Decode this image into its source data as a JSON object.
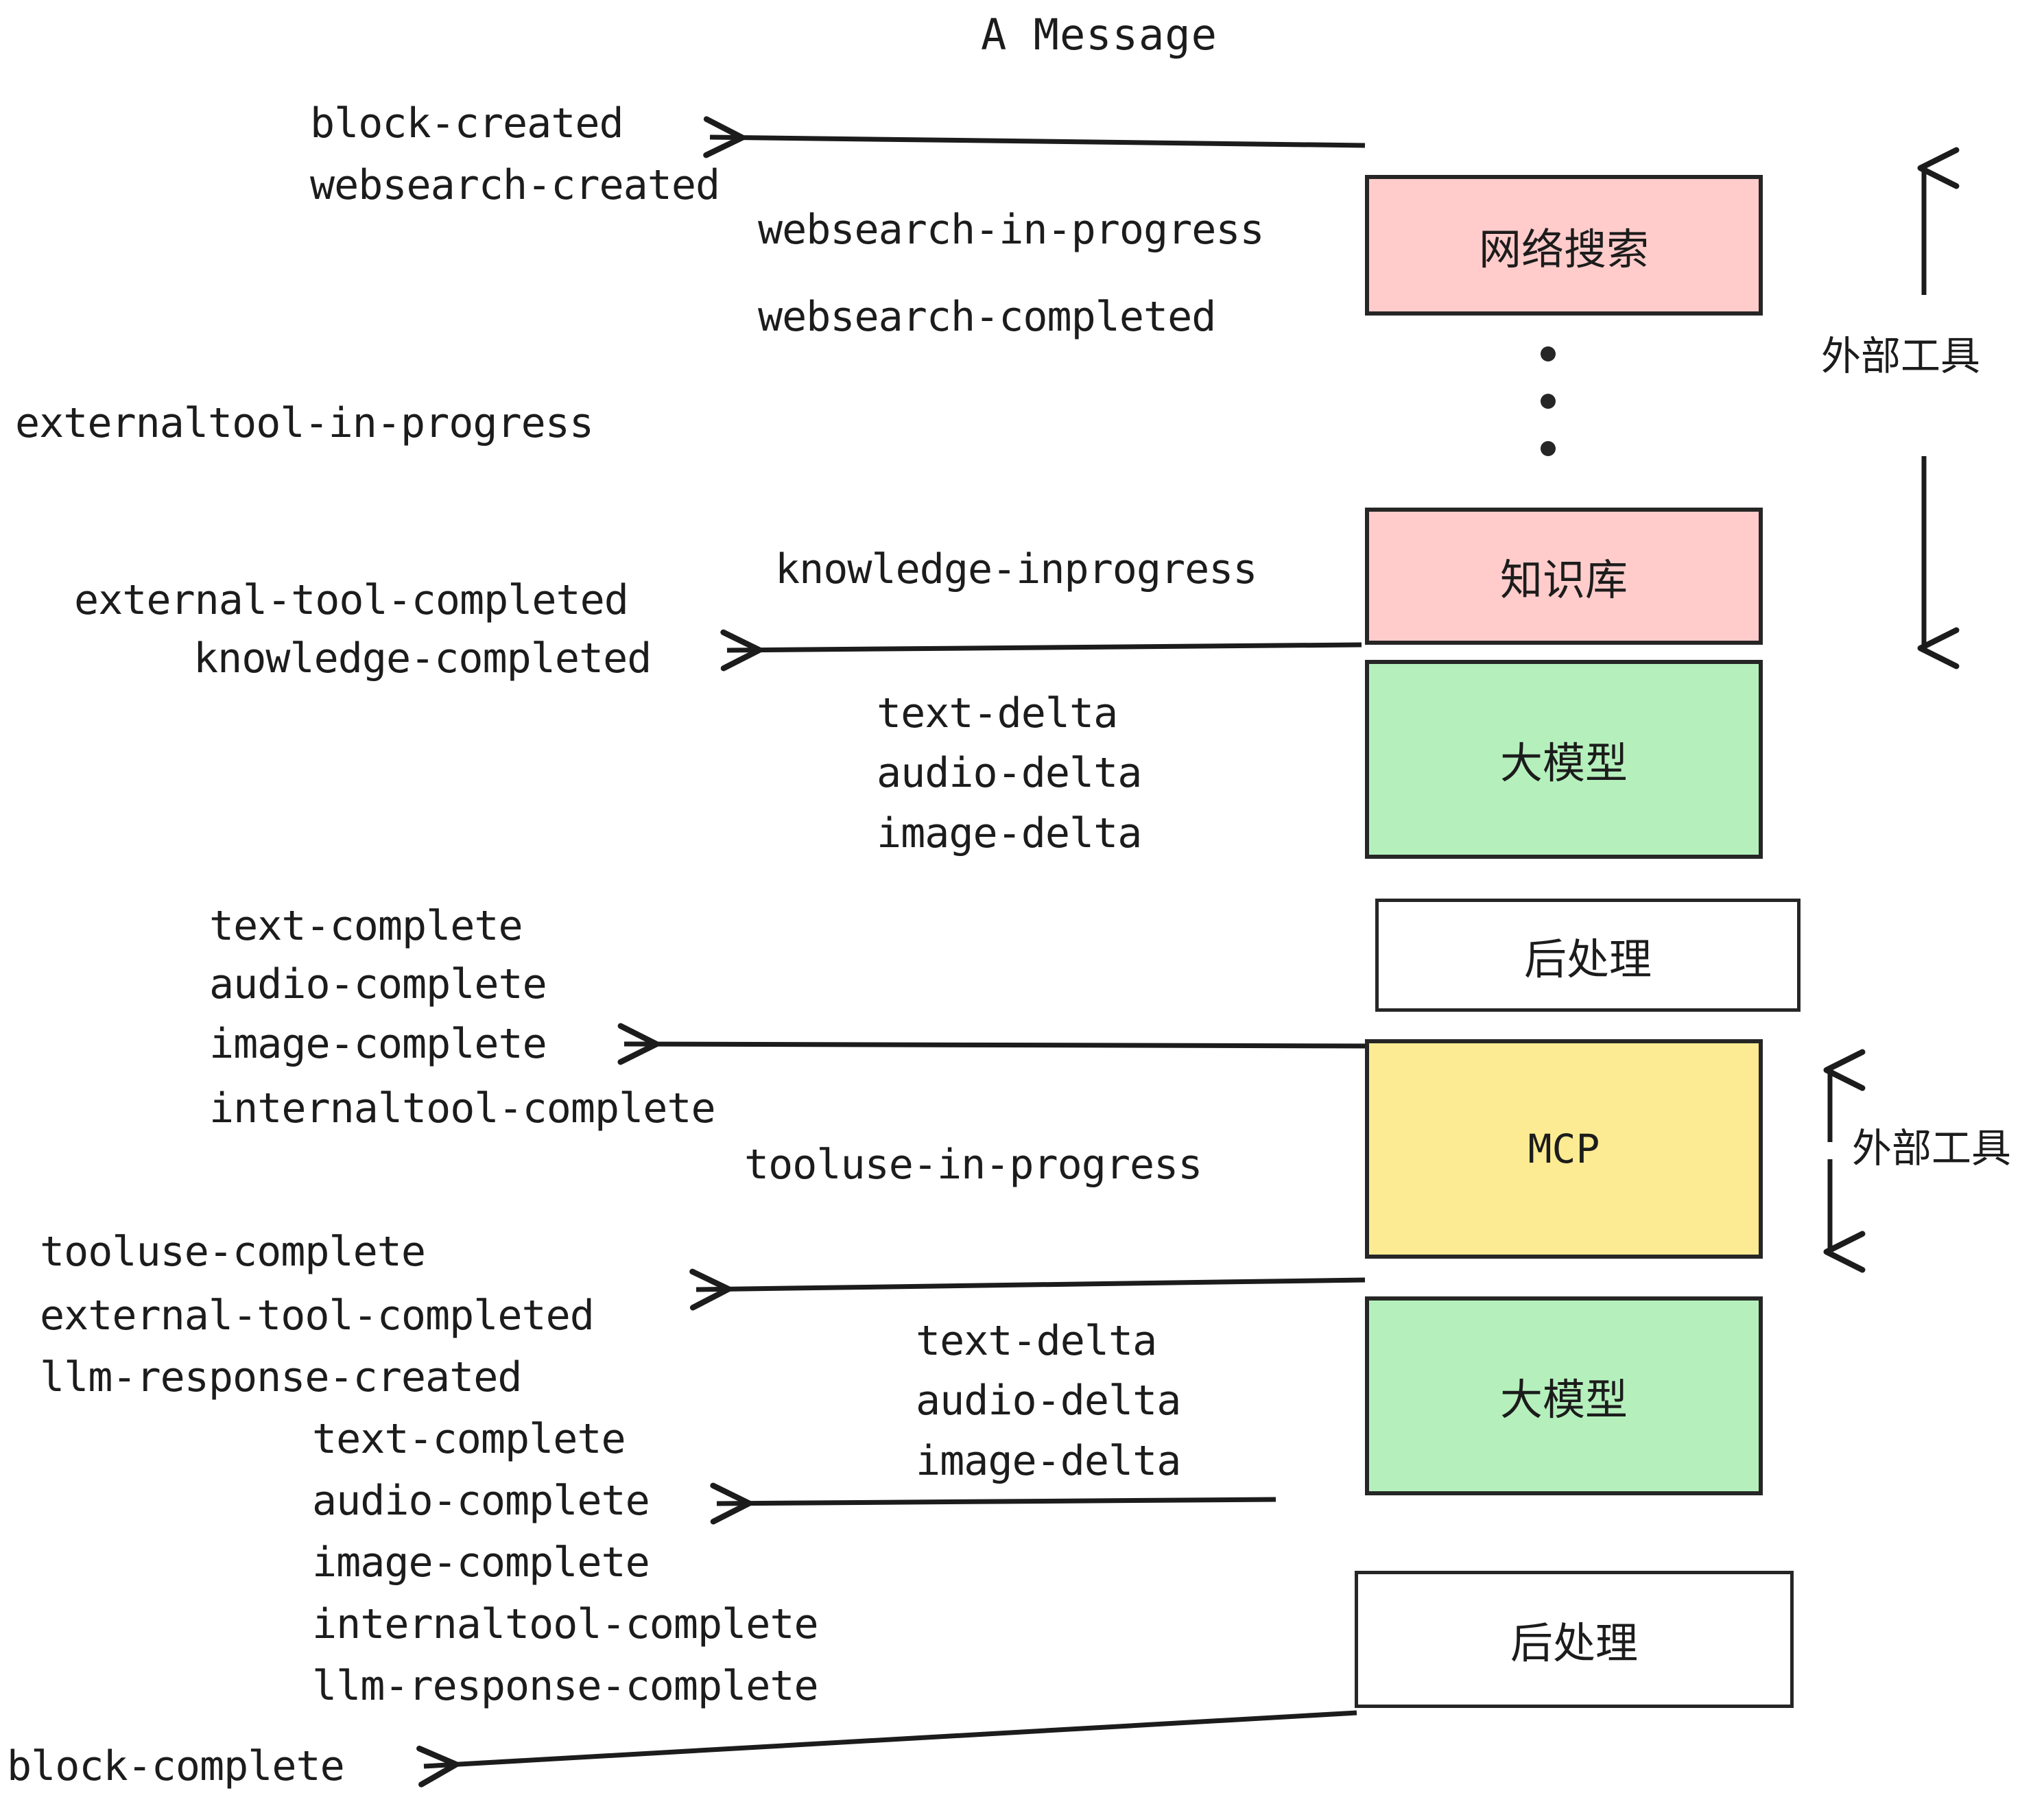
{
  "diagram": {
    "title": "A Message",
    "colors": {
      "pink": "#FFCCCB",
      "green": "#B5F0BC",
      "yellow": "#FCEB92",
      "white": "#FFFFFF",
      "stroke": "#262626",
      "text": "#1C1C1C"
    },
    "nodes": [
      {
        "id": "websearch",
        "label": "网络搜索",
        "color": "#FFCCCB"
      },
      {
        "id": "knowledge",
        "label": "知识库",
        "color": "#FFCCCB"
      },
      {
        "id": "llm-top",
        "label": "大模型",
        "color": "#B5F0BC"
      },
      {
        "id": "postprocess-top",
        "label": "后处理",
        "color": "#FFFFFF"
      },
      {
        "id": "mcp",
        "label": "MCP",
        "color": "#FCEB92"
      },
      {
        "id": "llm-bottom",
        "label": "大模型",
        "color": "#B5F0BC"
      },
      {
        "id": "postprocess-bottom",
        "label": "后处理",
        "color": "#FFFFFF"
      }
    ],
    "side_labels": [
      {
        "id": "external-tool-top",
        "label": "外部工具"
      },
      {
        "id": "external-tool-bottom",
        "label": "外部工具"
      }
    ],
    "events": [
      {
        "id": "block-created",
        "label": "block-created"
      },
      {
        "id": "websearch-created",
        "label": "websearch-created"
      },
      {
        "id": "websearch-in-progress",
        "label": "websearch-in-progress"
      },
      {
        "id": "websearch-completed",
        "label": "websearch-completed"
      },
      {
        "id": "externaltool-in-progress",
        "label": "externaltool-in-progress"
      },
      {
        "id": "knowledge-inprogress",
        "label": "knowledge-inprogress"
      },
      {
        "id": "external-tool-completed-1",
        "label": "external-tool-completed"
      },
      {
        "id": "knowledge-completed",
        "label": "knowledge-completed"
      },
      {
        "id": "text-delta-1",
        "label": "text-delta"
      },
      {
        "id": "audio-delta-1",
        "label": "audio-delta"
      },
      {
        "id": "image-delta-1",
        "label": "image-delta"
      },
      {
        "id": "text-complete-1",
        "label": "text-complete"
      },
      {
        "id": "audio-complete-1",
        "label": "audio-complete"
      },
      {
        "id": "image-complete-1",
        "label": "image-complete"
      },
      {
        "id": "internaltool-complete-1",
        "label": "internaltool-complete"
      },
      {
        "id": "tooluse-in-progress",
        "label": "tooluse-in-progress"
      },
      {
        "id": "tooluse-complete",
        "label": "tooluse-complete"
      },
      {
        "id": "external-tool-completed-2",
        "label": "external-tool-completed"
      },
      {
        "id": "llm-response-created",
        "label": "llm-response-created"
      },
      {
        "id": "text-delta-2",
        "label": "text-delta"
      },
      {
        "id": "audio-delta-2",
        "label": "audio-delta"
      },
      {
        "id": "image-delta-2",
        "label": "image-delta"
      },
      {
        "id": "text-complete-2",
        "label": "text-complete"
      },
      {
        "id": "audio-complete-2",
        "label": "audio-complete"
      },
      {
        "id": "image-complete-2",
        "label": "image-complete"
      },
      {
        "id": "internaltool-complete-2",
        "label": "internaltool-complete"
      },
      {
        "id": "llm-response-complete",
        "label": "llm-response-complete"
      },
      {
        "id": "block-complete",
        "label": "block-complete"
      }
    ]
  }
}
